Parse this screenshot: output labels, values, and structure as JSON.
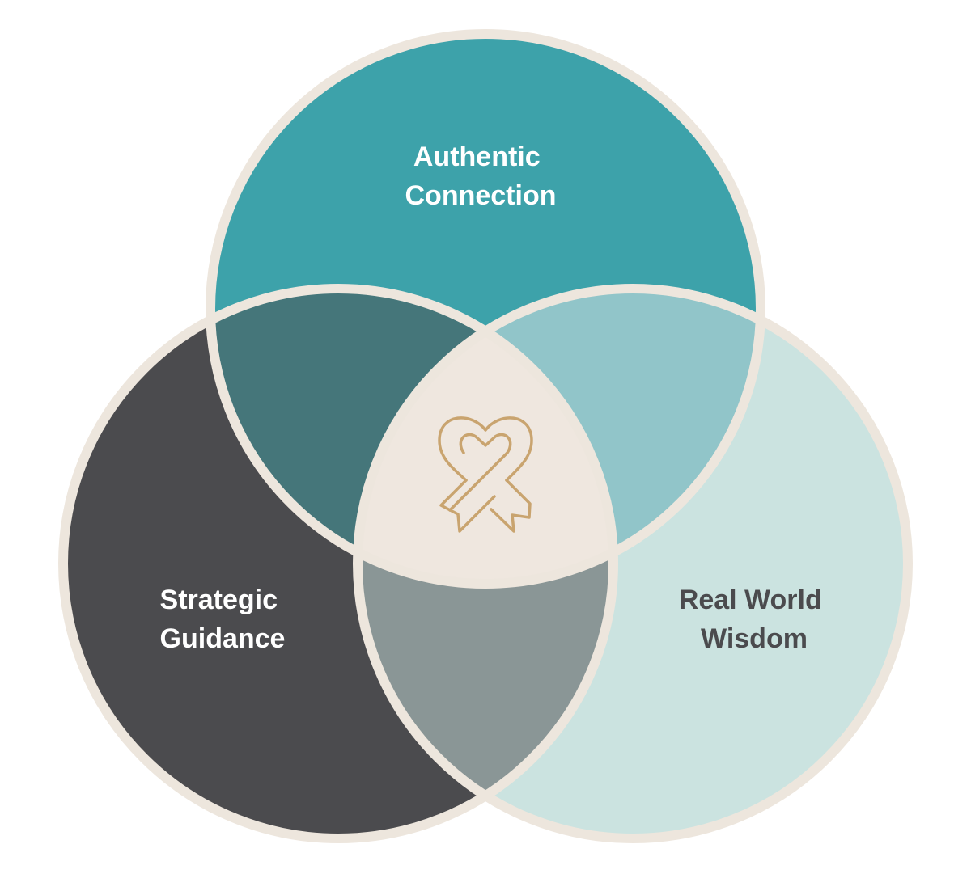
{
  "diagram": {
    "circles": [
      {
        "id": "top",
        "label_lines": [
          "Authentic",
          "Connection"
        ],
        "fill": "#3da2aa",
        "text_color": "#ffffff"
      },
      {
        "id": "left",
        "label_lines": [
          "Strategic",
          "Guidance"
        ],
        "fill": "#4b4b4e",
        "text_color": "#ffffff"
      },
      {
        "id": "right",
        "label_lines": [
          "Real World",
          "Wisdom"
        ],
        "fill": "#cbe3e0",
        "text_color": "#4b4b4e"
      }
    ],
    "overlap_colors": {
      "top_left": "#45767a",
      "top_right": "#91c5c9",
      "left_right": "#8a9696",
      "center": "#efe7df"
    },
    "border_color": "#ede6dd",
    "center_icon": {
      "name": "heart-ribbon-icon",
      "color": "#c9a46f"
    }
  }
}
